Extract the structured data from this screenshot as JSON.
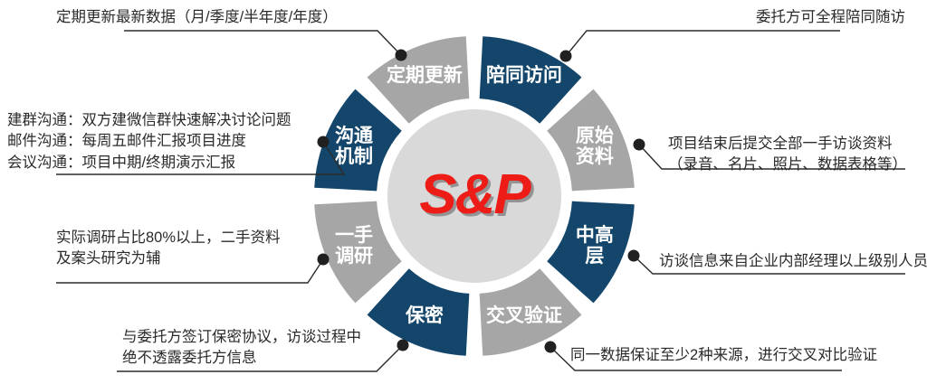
{
  "center": {
    "logo_text": "S&P",
    "logo_color": "#ed1c16",
    "circle_color": "#d9d9d9"
  },
  "colors": {
    "navy": "#14466b",
    "gray": "#a6a6a6",
    "inner_circle": "#d9d9d9",
    "leader_line": "#2b2b2b",
    "text": "#2b2b2b",
    "segment_text": "#ffffff"
  },
  "wheel": {
    "segments": [
      {
        "id": "accompany-visit",
        "label": "陪同访问",
        "color": "navy"
      },
      {
        "id": "raw-material",
        "label": "原始\n资料",
        "color": "gray"
      },
      {
        "id": "senior-management",
        "label": "中高\n层",
        "color": "navy"
      },
      {
        "id": "cross-verification",
        "label": "交叉验证",
        "color": "gray"
      },
      {
        "id": "confidentiality",
        "label": "保密",
        "color": "navy"
      },
      {
        "id": "firsthand-research",
        "label": "一手\n调研",
        "color": "gray"
      },
      {
        "id": "communication-mechanism",
        "label": "沟通\n机制",
        "color": "navy"
      },
      {
        "id": "regular-update",
        "label": "定期更新",
        "color": "gray"
      }
    ]
  },
  "callouts": {
    "regular_update": {
      "lines": [
        "定期更新最新数据（月/季度/半年度/年度）"
      ]
    },
    "accompany_visit": {
      "lines": [
        "委托方可全程陪同随访"
      ]
    },
    "communication_mechanism": {
      "lines": [
        "建群沟通：双方建微信群快速解决讨论问题",
        "邮件沟通：每周五邮件汇报项目进度",
        "会议沟通：项目中期/终期演示汇报"
      ]
    },
    "raw_material": {
      "lines": [
        "项目结束后提交全部一手访谈资料",
        "（录音、名片、照片、数据表格等）"
      ]
    },
    "firsthand_research": {
      "lines": [
        "实际调研占比80%以上，二手资料",
        "及案头研究为辅"
      ]
    },
    "senior_management": {
      "lines": [
        "访谈信息来自企业内部经理以上级别人员"
      ]
    },
    "confidentiality": {
      "lines": [
        "与委托方签订保密协议，访谈过程中",
        "绝不透露委托方信息"
      ]
    },
    "cross_verification": {
      "lines": [
        "同一数据保证至少2种来源，进行交叉对比验证"
      ]
    }
  }
}
